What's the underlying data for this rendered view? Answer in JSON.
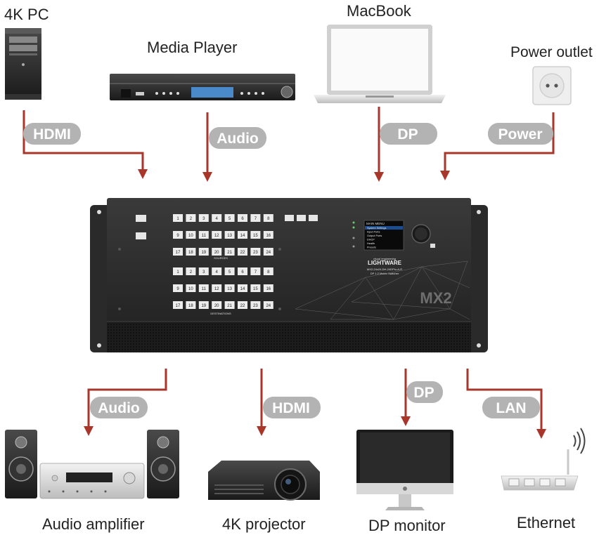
{
  "devices": {
    "pc": "4K PC",
    "media_player": "Media Player",
    "macbook": "MacBook",
    "power_outlet": "Power outlet",
    "amplifier": "Audio amplifier",
    "projector": "4K projector",
    "dp_monitor": "DP monitor",
    "ethernet": "Ethernet"
  },
  "connections": {
    "hdmi_in": "HDMI",
    "audio_in": "Audio",
    "dp_in": "DP",
    "power_in": "Power",
    "audio_out": "Audio",
    "hdmi_out": "HDMI",
    "dp_out": "DP",
    "lan_out": "LAN"
  },
  "matrix": {
    "model_badge": "MX2",
    "brand": "LIGHTWARE",
    "brand_tagline": "visual engineering",
    "model_line": "MX2-24x24-DH-24DPio-A-R",
    "model_sub": "DP 1.2 Matrix Switcher",
    "menu_title": "MAIN MENU",
    "menu_items": [
      "System Settings",
      "Input Ports",
      "Output Ports",
      "DHCP",
      "Health",
      "Presets"
    ],
    "sources_label": "SOURCES",
    "destinations_label": "DESTINATIONS",
    "key_numbers": [
      "1",
      "2",
      "3",
      "4",
      "5",
      "6",
      "7",
      "8",
      "9",
      "10",
      "11",
      "12",
      "13",
      "14",
      "15",
      "16",
      "17",
      "18",
      "19",
      "20",
      "21",
      "22",
      "23",
      "24"
    ]
  },
  "colors": {
    "arrow": "#a8362a",
    "pill": "#b3b3b3",
    "chassis": "#2b2b2b"
  }
}
